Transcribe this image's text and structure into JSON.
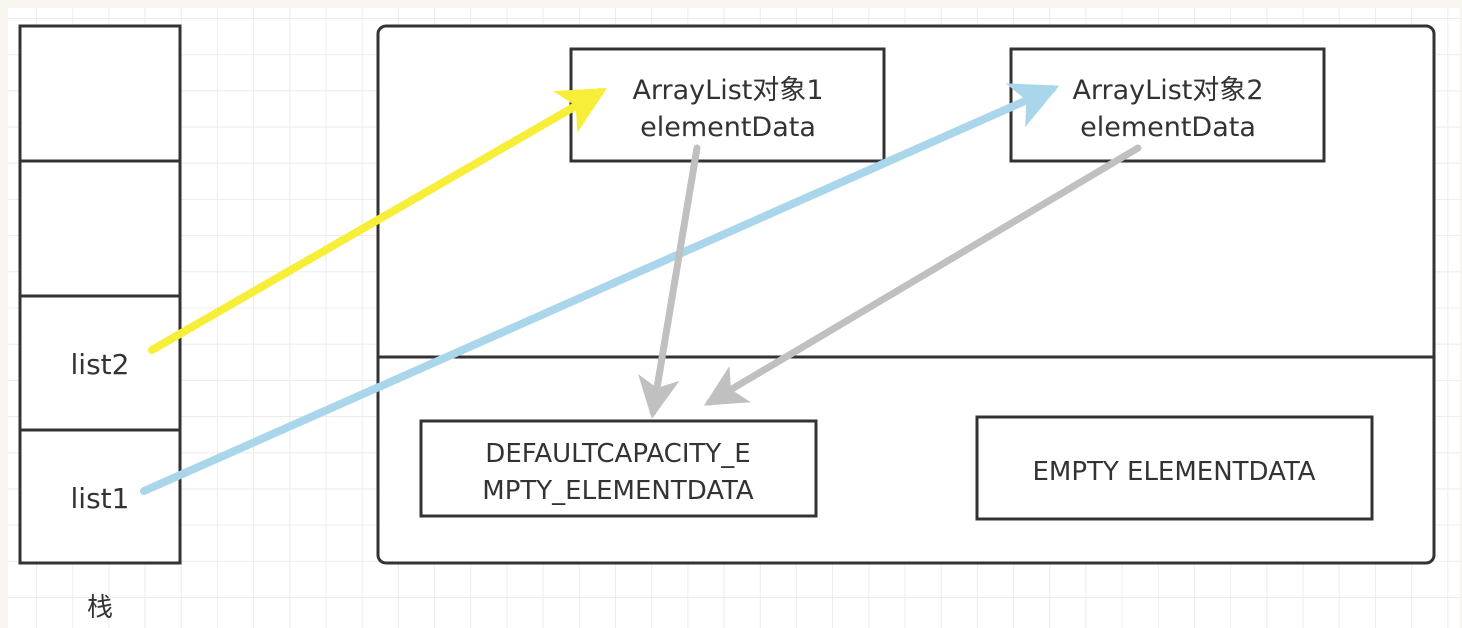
{
  "stack": {
    "caption": "栈",
    "slots": [
      {
        "label": ""
      },
      {
        "label": ""
      },
      {
        "label": "list2"
      },
      {
        "label": "list1"
      }
    ]
  },
  "heap": {
    "objects": [
      {
        "line1": "ArrayList对象1",
        "line2": "elementData"
      },
      {
        "line1": "ArrayList对象2",
        "line2": "elementData"
      }
    ],
    "constants": [
      {
        "line1": "DEFAULTCAPACITY_E",
        "line2": "MPTY_ELEMENTDATA"
      },
      {
        "line1": "EMPTY ELEMENTDATA"
      }
    ]
  },
  "references": [
    {
      "from": "list2",
      "to": "ArrayList对象1",
      "color": "#f7ee3a"
    },
    {
      "from": "list1",
      "to": "ArrayList对象2",
      "color": "#a9d6ea"
    },
    {
      "from": "ArrayList对象1.elementData",
      "to": "DEFAULTCAPACITY_EMPTY_ELEMENTDATA",
      "color": "#c0c0c0"
    },
    {
      "from": "ArrayList对象2.elementData",
      "to": "DEFAULTCAPACITY_EMPTY_ELEMENTDATA",
      "color": "#c0c0c0"
    }
  ],
  "colors": {
    "border": "#333333",
    "background_frame": "#f8f5ee"
  }
}
